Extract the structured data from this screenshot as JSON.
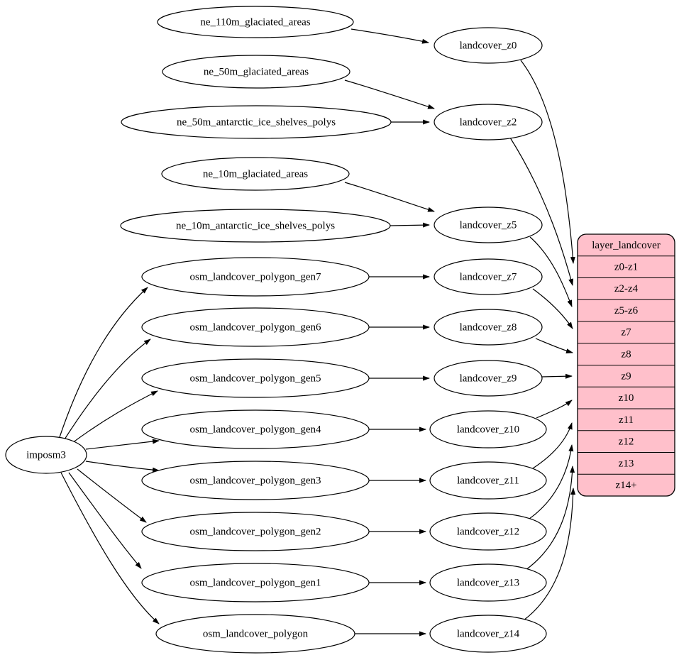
{
  "diagram_type": "graphviz-dataflow",
  "colors": {
    "background": "#ffffff",
    "node_fill": "#ffffff",
    "node_stroke": "#000000",
    "edge_color": "#000000",
    "record_fill": "#ffc0cb"
  },
  "nodes": {
    "imposm3": "imposm3",
    "ne_110m_glaciated_areas": "ne_110m_glaciated_areas",
    "ne_50m_glaciated_areas": "ne_50m_glaciated_areas",
    "ne_50m_antarctic_ice_shelves_polys": "ne_50m_antarctic_ice_shelves_polys",
    "ne_10m_glaciated_areas": "ne_10m_glaciated_areas",
    "ne_10m_antarctic_ice_shelves_polys": "ne_10m_antarctic_ice_shelves_polys",
    "osm_landcover_polygon_gen7": "osm_landcover_polygon_gen7",
    "osm_landcover_polygon_gen6": "osm_landcover_polygon_gen6",
    "osm_landcover_polygon_gen5": "osm_landcover_polygon_gen5",
    "osm_landcover_polygon_gen4": "osm_landcover_polygon_gen4",
    "osm_landcover_polygon_gen3": "osm_landcover_polygon_gen3",
    "osm_landcover_polygon_gen2": "osm_landcover_polygon_gen2",
    "osm_landcover_polygon_gen1": "osm_landcover_polygon_gen1",
    "osm_landcover_polygon": "osm_landcover_polygon",
    "landcover_z0": "landcover_z0",
    "landcover_z2": "landcover_z2",
    "landcover_z5": "landcover_z5",
    "landcover_z7": "landcover_z7",
    "landcover_z8": "landcover_z8",
    "landcover_z9": "landcover_z9",
    "landcover_z10": "landcover_z10",
    "landcover_z11": "landcover_z11",
    "landcover_z12": "landcover_z12",
    "landcover_z13": "landcover_z13",
    "landcover_z14": "landcover_z14"
  },
  "table": {
    "title": "layer_landcover",
    "rows": [
      "z0-z1",
      "z2-z4",
      "z5-z6",
      "z7",
      "z8",
      "z9",
      "z10",
      "z11",
      "z12",
      "z13",
      "z14+"
    ]
  },
  "edges": [
    {
      "from": "ne_110m_glaciated_areas",
      "to": "landcover_z0"
    },
    {
      "from": "ne_50m_glaciated_areas",
      "to": "landcover_z2"
    },
    {
      "from": "ne_50m_antarctic_ice_shelves_polys",
      "to": "landcover_z2"
    },
    {
      "from": "ne_10m_glaciated_areas",
      "to": "landcover_z5"
    },
    {
      "from": "ne_10m_antarctic_ice_shelves_polys",
      "to": "landcover_z5"
    },
    {
      "from": "imposm3",
      "to": "osm_landcover_polygon_gen7"
    },
    {
      "from": "imposm3",
      "to": "osm_landcover_polygon_gen6"
    },
    {
      "from": "imposm3",
      "to": "osm_landcover_polygon_gen5"
    },
    {
      "from": "imposm3",
      "to": "osm_landcover_polygon_gen4"
    },
    {
      "from": "imposm3",
      "to": "osm_landcover_polygon_gen3"
    },
    {
      "from": "imposm3",
      "to": "osm_landcover_polygon_gen2"
    },
    {
      "from": "imposm3",
      "to": "osm_landcover_polygon_gen1"
    },
    {
      "from": "imposm3",
      "to": "osm_landcover_polygon"
    },
    {
      "from": "osm_landcover_polygon_gen7",
      "to": "landcover_z7"
    },
    {
      "from": "osm_landcover_polygon_gen6",
      "to": "landcover_z8"
    },
    {
      "from": "osm_landcover_polygon_gen5",
      "to": "landcover_z9"
    },
    {
      "from": "osm_landcover_polygon_gen4",
      "to": "landcover_z10"
    },
    {
      "from": "osm_landcover_polygon_gen3",
      "to": "landcover_z11"
    },
    {
      "from": "osm_landcover_polygon_gen2",
      "to": "landcover_z12"
    },
    {
      "from": "osm_landcover_polygon_gen1",
      "to": "landcover_z13"
    },
    {
      "from": "osm_landcover_polygon",
      "to": "landcover_z14"
    },
    {
      "from": "landcover_z0",
      "to": "layer_landcover",
      "port": "z0-z1"
    },
    {
      "from": "landcover_z2",
      "to": "layer_landcover",
      "port": "z2-z4"
    },
    {
      "from": "landcover_z5",
      "to": "layer_landcover",
      "port": "z5-z6"
    },
    {
      "from": "landcover_z7",
      "to": "layer_landcover",
      "port": "z7"
    },
    {
      "from": "landcover_z8",
      "to": "layer_landcover",
      "port": "z8"
    },
    {
      "from": "landcover_z9",
      "to": "layer_landcover",
      "port": "z9"
    },
    {
      "from": "landcover_z10",
      "to": "layer_landcover",
      "port": "z10"
    },
    {
      "from": "landcover_z11",
      "to": "layer_landcover",
      "port": "z11"
    },
    {
      "from": "landcover_z12",
      "to": "layer_landcover",
      "port": "z12"
    },
    {
      "from": "landcover_z13",
      "to": "layer_landcover",
      "port": "z13"
    },
    {
      "from": "landcover_z14",
      "to": "layer_landcover",
      "port": "z14+"
    }
  ]
}
